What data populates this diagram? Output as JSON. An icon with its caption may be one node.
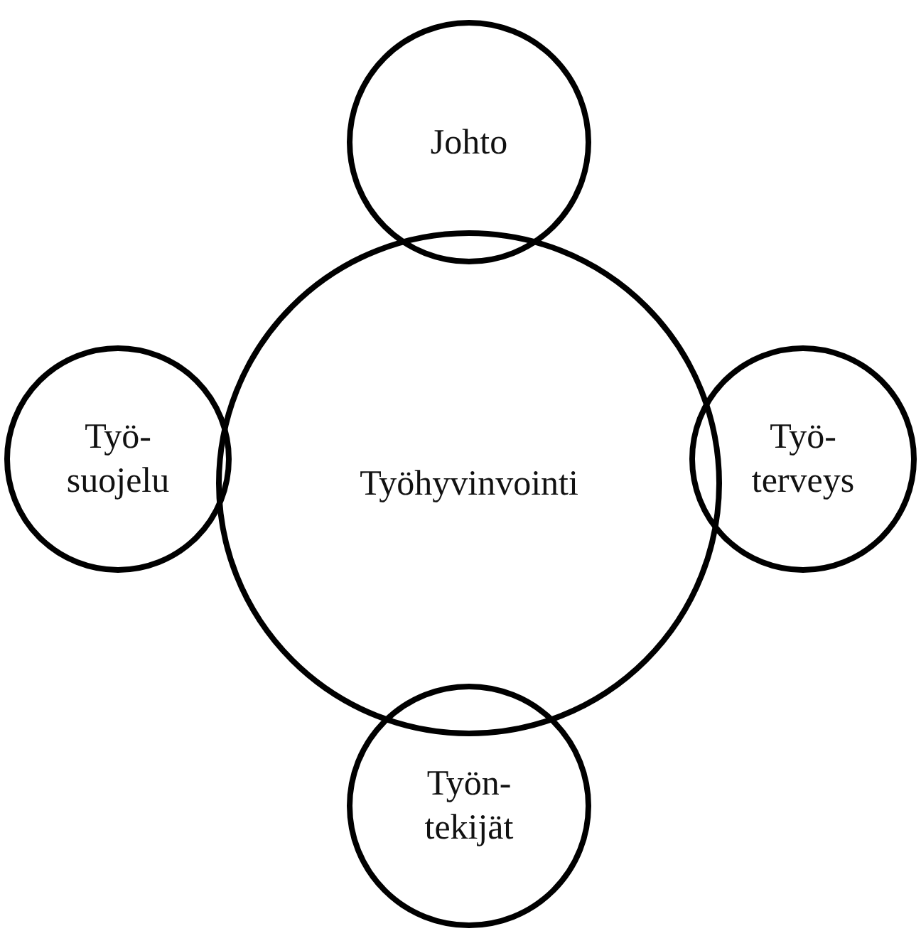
{
  "diagram": {
    "nodes": [
      {
        "text": [
          "Johto"
        ]
      },
      {
        "text": [
          "Työ- suojelu"
        ]
      },
      {
        "text": [
          "Työhyvinvointi"
        ]
      },
      {
        "text": [
          "Työ- terveys"
        ]
      },
      {
        "text": [
          "Työn- tekijät"
        ]
      }
    ]
  }
}
